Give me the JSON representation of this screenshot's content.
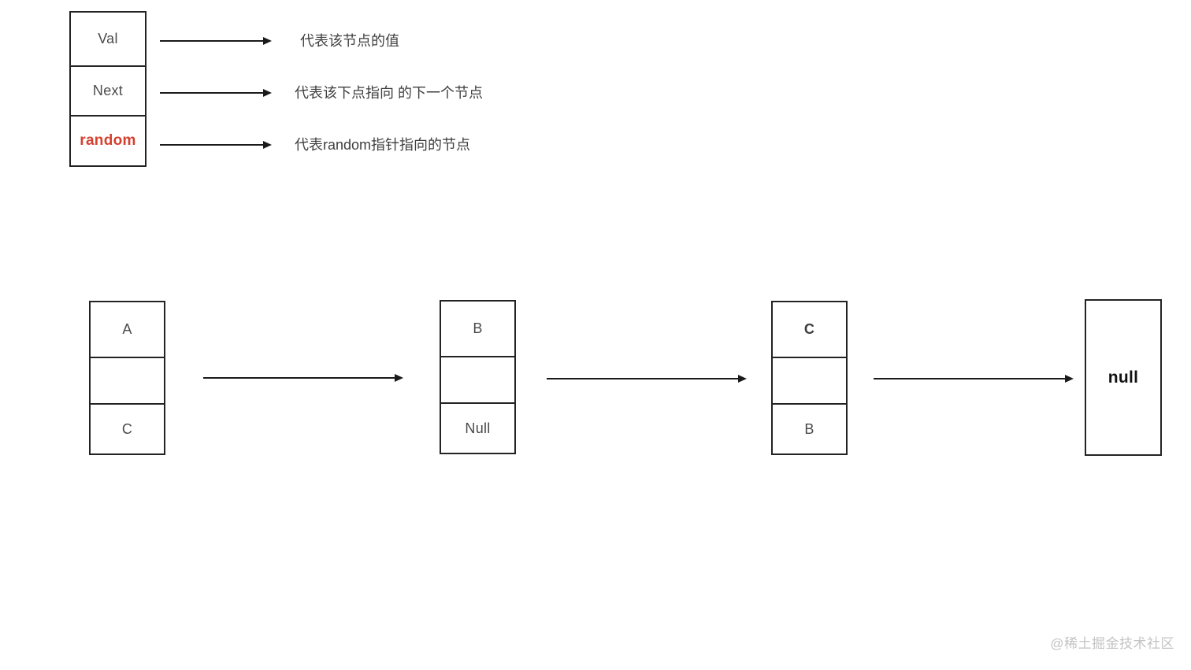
{
  "colors": {
    "border": "#232323",
    "arrow": "#1a1a1a",
    "node_text": "#4a4a4a",
    "random_red": "#d6402e",
    "null_text": "#111111",
    "watermark_gray": "#c3c3c3",
    "background": "#ffffff"
  },
  "legend": {
    "fields": [
      {
        "label": "Val"
      },
      {
        "label": "Next"
      },
      {
        "label": "random"
      }
    ],
    "descriptions": [
      "代表该节点的值",
      "代表该下点指向 的下一个节点",
      "代表random指针指向的节点"
    ]
  },
  "linked_list": {
    "nodes": [
      {
        "val": "A",
        "next": "",
        "random": "C"
      },
      {
        "val": "B",
        "next": "",
        "random": "Null"
      },
      {
        "val": "C",
        "next": "",
        "random": "B"
      }
    ],
    "terminator": "null"
  },
  "watermark": "@稀土掘金技术社区"
}
